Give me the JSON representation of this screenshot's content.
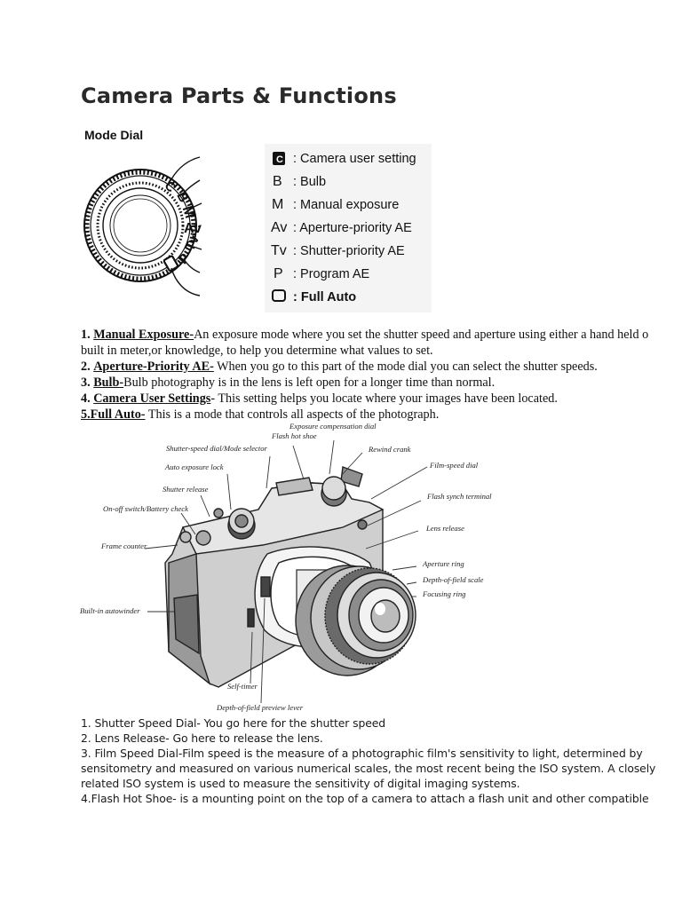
{
  "page_title": "Camera Parts & Functions",
  "mode_dial": {
    "heading": "Mode Dial",
    "dial_glyphs": [
      "C",
      "B",
      "M",
      "Av",
      "Tv",
      "P"
    ],
    "legend": [
      {
        "symbol": "C",
        "label": ": Camera user setting"
      },
      {
        "symbol": "B",
        "label": ": Bulb"
      },
      {
        "symbol": "M",
        "label": ": Manual exposure"
      },
      {
        "symbol": "Av",
        "label": ": Aperture-priority AE"
      },
      {
        "symbol": "Tv",
        "label": ": Shutter-priority AE"
      },
      {
        "symbol": "P",
        "label": ": Program AE"
      },
      {
        "symbol": "square-icon",
        "label": ": Full Auto"
      }
    ]
  },
  "definitions": [
    {
      "num": "1.",
      "term": "Manual Exposure-",
      "text": "An exposure mode where you set the shutter speed and aperture using either a hand held o"
    },
    {
      "num": "",
      "term": "",
      "text": "built in meter,or knowledge, to help you determine what values to set."
    },
    {
      "num": "2.",
      "term": "Aperture-Priority AE-",
      "text": " When you go to this part of the mode dial you can select the shutter speeds."
    },
    {
      "num": "3.",
      "term": "Bulb-",
      "text": "Bulb photography is in the lens is left open for a longer time than normal."
    },
    {
      "num": "4.",
      "term": "Camera User Settings",
      "text": "- This setting helps you locate where your images have been located."
    },
    {
      "num": "5.",
      "term": "Full Auto-",
      "text": "  This is a mode that controls all aspects of the photograph."
    }
  ],
  "camera_labels": {
    "exposure_compensation_dial": "Exposure compensation dial",
    "flash_hot_shoe": "Flash hot shoe",
    "rewind_crank": "Rewind crank",
    "shutter_speed_dial": "Shutter-speed dial/Mode selector",
    "film_speed_dial": "Film-speed dial",
    "auto_exposure_lock": "Auto exposure lock",
    "shutter_release": "Shutter release",
    "flash_synch_terminal": "Flash synch terminal",
    "on_off_switch": "On-off switch/Battery check",
    "lens_release": "Lens release",
    "frame_counter": "Frame counter",
    "aperture_ring": "Aperture ring",
    "depth_of_field_scale": "Depth-of-field scale",
    "focusing_ring": "Focusing ring",
    "built_in_autowinder": "Built-in autowinder",
    "self_timer": "Self-timer",
    "dof_preview_lever": "Depth-of-field preview lever"
  },
  "notes": [
    "1. Shutter Speed Dial- You go here for the shutter speed",
    "2. Lens Release- Go here to release the lens.",
    "3. Film Speed Dial-Film speed is the measure of a photographic film's sensitivity to light, determined by",
    "sensitometry and measured on various numerical scales, the most recent being the ISO system. A closely",
    "related ISO system is used to measure the sensitivity of digital imaging systems.",
    "4.Flash Hot Shoe- is a mounting point on the top of a camera to attach a flash unit and other compatible"
  ]
}
